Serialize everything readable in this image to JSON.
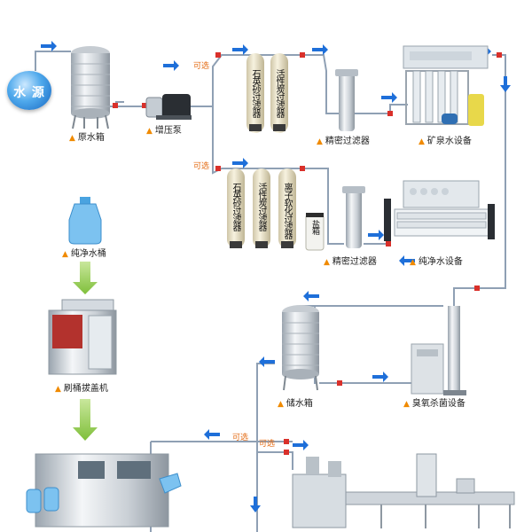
{
  "labels": {
    "source": "水 源",
    "raw_tank": "原水箱",
    "booster_pump": "增压泵",
    "precision_filter_1": "精密过滤器",
    "mineral_equipment": "矿泉水设备",
    "precision_filter_2": "精密过滤器",
    "pure_equipment": "纯净水设备",
    "bucket": "纯净水桶",
    "washer": "刷桶拔盖机",
    "storage_tank": "储水箱",
    "ozone": "臭氧杀菌设备"
  },
  "optional": [
    "可选",
    "可选",
    "可选",
    "可选"
  ],
  "filters_row1": [
    "石英砂过滤器",
    "活性炭过滤器"
  ],
  "filters_row2": [
    "石英砂过滤器",
    "活性炭过滤器",
    "离子软化过滤器"
  ],
  "salt_tank": "盐箱",
  "colors": {
    "pipe": "#8fa0b4",
    "flow_arrow": "#1e6fd9",
    "label_triangle": "#f08a00",
    "optional_text": "#e36a12",
    "green_arrow": "#8cc63f",
    "filter_tank": "#ece6cf",
    "steel": "#d6dbe0"
  }
}
